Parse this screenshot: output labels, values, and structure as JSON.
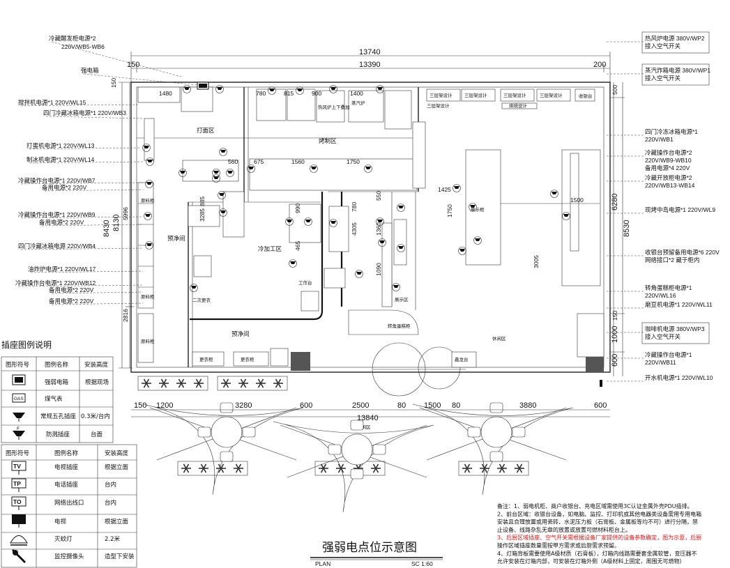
{
  "title": {
    "main": "强弱电点位示意图",
    "plan": "PLAN",
    "scale": "SC 1:60"
  },
  "dimensions": {
    "top_total": "13740",
    "top_inner": "13390",
    "top_left": "150",
    "top_right": "200",
    "left_150": "150",
    "left_8130": "8130",
    "left_8430": "8430",
    "left_5996": "5996",
    "left_2816": "2816",
    "right_500": "500",
    "right_6280": "6280",
    "right_8530": "8530",
    "right_150": "150",
    "right_1000": "1000",
    "right_600": "600",
    "bottom_total": "13840",
    "bottom_segments": [
      "150",
      "1200",
      "3280",
      "600",
      "2500",
      "80",
      "1500",
      "80",
      "3880",
      "600"
    ],
    "inner": [
      "1480",
      "780",
      "815",
      "900",
      "1400",
      "675",
      "560",
      "1560",
      "1750",
      "1425",
      "1500",
      "1750",
      "3005",
      "990",
      "780",
      "1360",
      "1090",
      "3285",
      "885",
      "4305",
      "465",
      "550"
    ]
  },
  "left_labels": [
    {
      "name": "冷藏醒发柜电源*2",
      "spec": "220V/WB5-WB6"
    },
    {
      "name": "强电箱",
      "spec": ""
    },
    {
      "name": "搅拌机电源*1",
      "spec": "220V/WL15"
    },
    {
      "name": "四门冷藏冰箱电源*1",
      "spec": "220V/WB3"
    },
    {
      "name": "打蛋机电源*1",
      "spec": "220V/WL13"
    },
    {
      "name": "制冰机电源*1",
      "spec": "220V/WL14"
    },
    {
      "name": "冷藏操作台电源*1",
      "spec": "220V/WB7"
    },
    {
      "name": "备用电源*2",
      "spec": "220V"
    },
    {
      "name": "冷藏操作台电源*1",
      "spec": "220V/WB9"
    },
    {
      "name": "备用电源*2",
      "spec": "220V"
    },
    {
      "name": "四门冷藏冰箱电源",
      "spec": "220V/WB4"
    },
    {
      "name": "油炸炉电源*1",
      "spec": "220V/WL17"
    },
    {
      "name": "冷藏操作台电源*1",
      "spec": "220V/WB12"
    },
    {
      "name": "备用电源*2",
      "spec": "220V"
    },
    {
      "name": "备用电源*2",
      "spec": "220V"
    }
  ],
  "right_labels": [
    {
      "name": "热风炉电源",
      "spec": "380V/WP2",
      "extra": "接入空气开关"
    },
    {
      "name": "蒸汽炸箱电源",
      "spec": "380V/WP1",
      "extra": "接入空气开关"
    },
    {
      "name": "四门冷冻冰箱电源*1",
      "spec": "220V/WB1",
      "extra": ""
    },
    {
      "name": "冷藏操作台电源*2",
      "spec": "220V/WB9-WB10",
      "extra": "备用电源*4 220V"
    },
    {
      "name": "冷藏开放柜电源*2",
      "spec": "220V/WB13-WB14",
      "extra": ""
    },
    {
      "name": "现烤中岛电源*1",
      "spec": "220V/WL9",
      "extra": ""
    },
    {
      "name": "收银台预留备用电源*6",
      "spec": "220V",
      "extra": "网络接口*2 藏于柜内"
    },
    {
      "name": "转角蛋糕柜电源*1",
      "spec": "220V/WL16",
      "extra": ""
    },
    {
      "name": "磨豆机电源*1",
      "spec": "220V/WL11",
      "extra": ""
    },
    {
      "name": "咖啡机电源",
      "spec": "380V/WP3",
      "extra": "接入空气开关"
    },
    {
      "name": "冷藏操作台电源*1",
      "spec": "220V/WB11",
      "extra": ""
    },
    {
      "name": "开水机电源*1",
      "spec": "220V/WL10",
      "extra": ""
    }
  ],
  "rooms": [
    "打面区",
    "烤制区",
    "预净间",
    "冷加工区",
    "预净间",
    "二次更衣",
    "休闲区",
    "休闲区",
    "工作台",
    "展示区"
  ],
  "equipment": [
    "三层架设计",
    "三层架设计",
    "三层架设计",
    "三层架设计",
    "三层架设计",
    "收银台",
    "烘焙设计",
    "热风炉上下叠加",
    "蒸汽炉",
    "更衣柜",
    "更衣柜",
    "展示柜",
    "转角蛋糕柜",
    "鑫龙台",
    "原料柜",
    "原料柜",
    "原料柜"
  ],
  "legend1": {
    "heading": "插座图例说明",
    "columns": [
      "图形符号",
      "图例名称",
      "安装高度"
    ],
    "rows": [
      {
        "icon": "strong-box-icon",
        "name": "强弱电箱",
        "height": "根据现场"
      },
      {
        "icon": "gas-meter-icon",
        "name": "煤气表",
        "height": ""
      },
      {
        "icon": "five-hole-socket-icon",
        "name": "常规五孔插座",
        "height": "0.3米/台内"
      },
      {
        "icon": "waterproof-socket-icon",
        "name": "防溅插座",
        "height": "台面"
      }
    ]
  },
  "legend2": {
    "columns": [
      "图形符号",
      "图例名称",
      "安装高度"
    ],
    "rows": [
      {
        "icon": "tv-socket-icon",
        "glyph": "TV",
        "name": "电视插座",
        "height": "根据立面"
      },
      {
        "icon": "phone-socket-icon",
        "glyph": "TP",
        "name": "电话插座",
        "height": "台内"
      },
      {
        "icon": "network-socket-icon",
        "glyph": "TO",
        "name": "网络出线口",
        "height": "台内"
      },
      {
        "icon": "tv-icon",
        "glyph": "",
        "name": "电视",
        "height": "根据立面"
      },
      {
        "icon": "fly-lamp-icon",
        "glyph": "",
        "name": "灭蚊灯",
        "height": "2.2米"
      },
      {
        "icon": "camera-icon",
        "glyph": "",
        "name": "监控摄像头",
        "height": "造型下安装"
      }
    ]
  },
  "notes": [
    {
      "color": "#111111",
      "text": "备注：1、弱电机柜、商户收银台、充电区域需使用3C认证金属外壳PDU插排。"
    },
    {
      "color": "#111111",
      "text": "2、前台区域：收银台设备，如电脑、监控、打印机或其他电器类设备需用专用电箱"
    },
    {
      "color": "#111111",
      "text": "安装且合理放置或用瓷砖、水泥压力板（石膏板、金属板等均不可）进行分隔，禁"
    },
    {
      "color": "#111111",
      "text": "止设备、线路杂乱无章的放置或放置可燃材料柜台上。"
    },
    {
      "color": "#dd1111",
      "text": "3、后厨区域插座、空气开关需根据设备厂家提供的设备参数确定，图为示意，后厨"
    },
    {
      "color": "#111111",
      "text": "操作区域插座数量需按甲方需求或后厨需求预留。"
    },
    {
      "color": "#111111",
      "text": "4、灯箱背板需要使用A级材质（石膏板），灯箱内线路需要套金属软管，变压器不"
    },
    {
      "color": "#111111",
      "text": "允许安装在灯箱内部，可安装在灯箱外侧（A级材料上固定，周围无可燃物）"
    }
  ]
}
